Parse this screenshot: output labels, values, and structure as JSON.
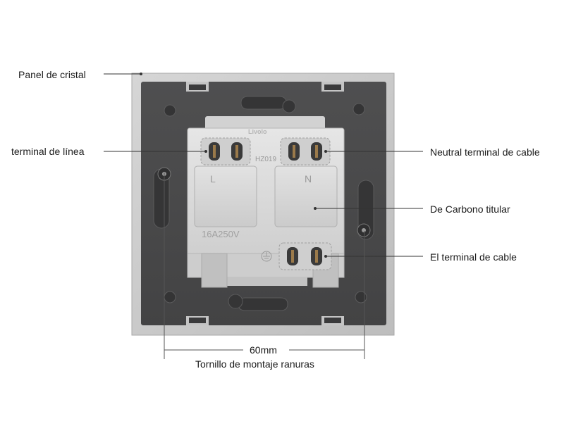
{
  "labels": {
    "glass_panel": "Panel de cristal",
    "line_terminal": "terminal de línea",
    "neutral_terminal": "Neutral terminal de cable",
    "carbon_holder": "De Carbono titular",
    "ground_terminal": "El terminal de cable"
  },
  "dimension": {
    "value": "60mm",
    "caption": "Tornillo de montaje ranuras"
  },
  "module": {
    "brand": "Livolo",
    "model": "HZ019",
    "left_mark": "L",
    "right_mark": "N",
    "rating": "16A250V"
  },
  "colors": {
    "frame": "#c9c9c9",
    "back_plate": "#4a4a4b",
    "module": "#d9d9d9",
    "leader_line": "#333333"
  }
}
